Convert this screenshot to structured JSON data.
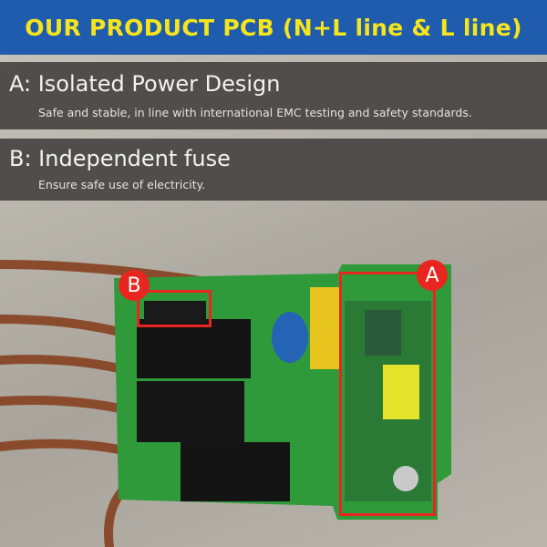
{
  "header": {
    "title": "OUR PRODUCT PCB (N+L line & L line)"
  },
  "features": [
    {
      "title": "A: Isolated Power Design",
      "subtitle": "Safe and stable, in line with international EMC testing and safety standards."
    },
    {
      "title": "B: Independent fuse",
      "subtitle": "Ensure safe use of electricity."
    }
  ],
  "markers": {
    "a": "A",
    "b": "B"
  },
  "colors": {
    "header_bg": "#1f5cae",
    "header_text": "#f6e51c",
    "marker": "#e8261f",
    "pcb": "#2f9a3a"
  }
}
